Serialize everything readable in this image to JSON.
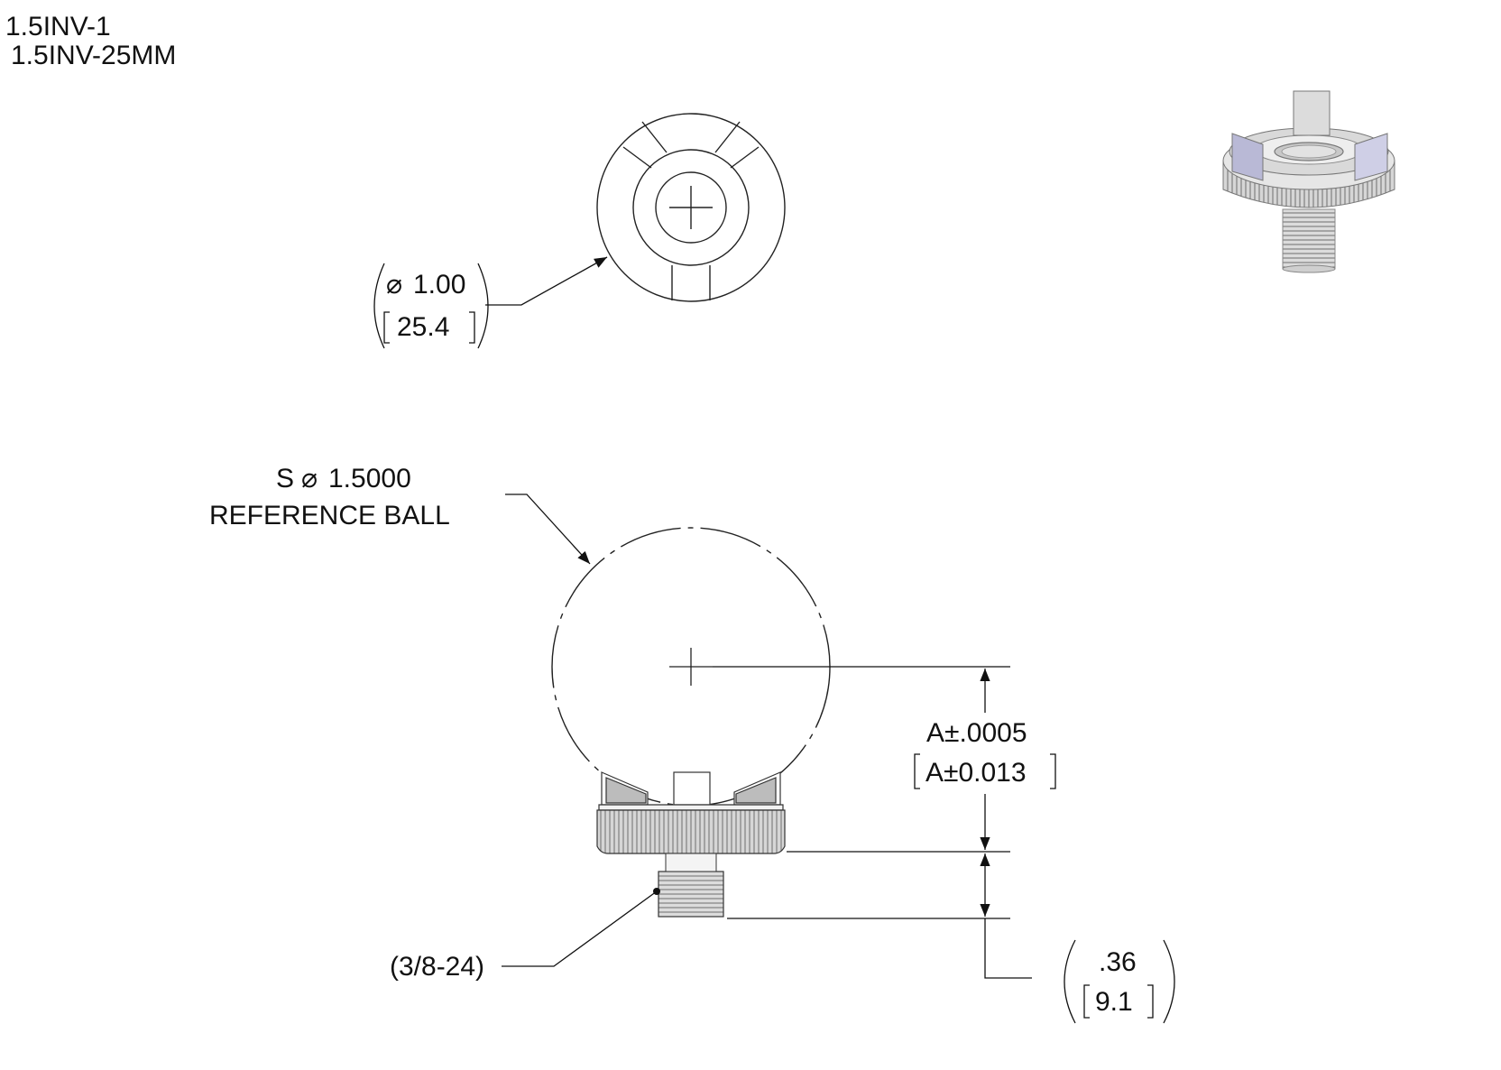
{
  "part_numbers": [
    "1.5INV-1",
    "1.5INV-25MM"
  ],
  "top_view": {
    "diameter_in": "1.00",
    "diameter_mm": "25.4"
  },
  "reference_ball": {
    "prefix": "S",
    "diameter": "1.5000",
    "label": "REFERENCE BALL"
  },
  "height_dim": {
    "inch": "A±.0005",
    "mm": "A±0.013"
  },
  "thread_dim": {
    "inch": ".36",
    "mm": "9.1"
  },
  "thread_callout": "(3/8-24)",
  "symbols": {
    "diameter": "⌀"
  }
}
